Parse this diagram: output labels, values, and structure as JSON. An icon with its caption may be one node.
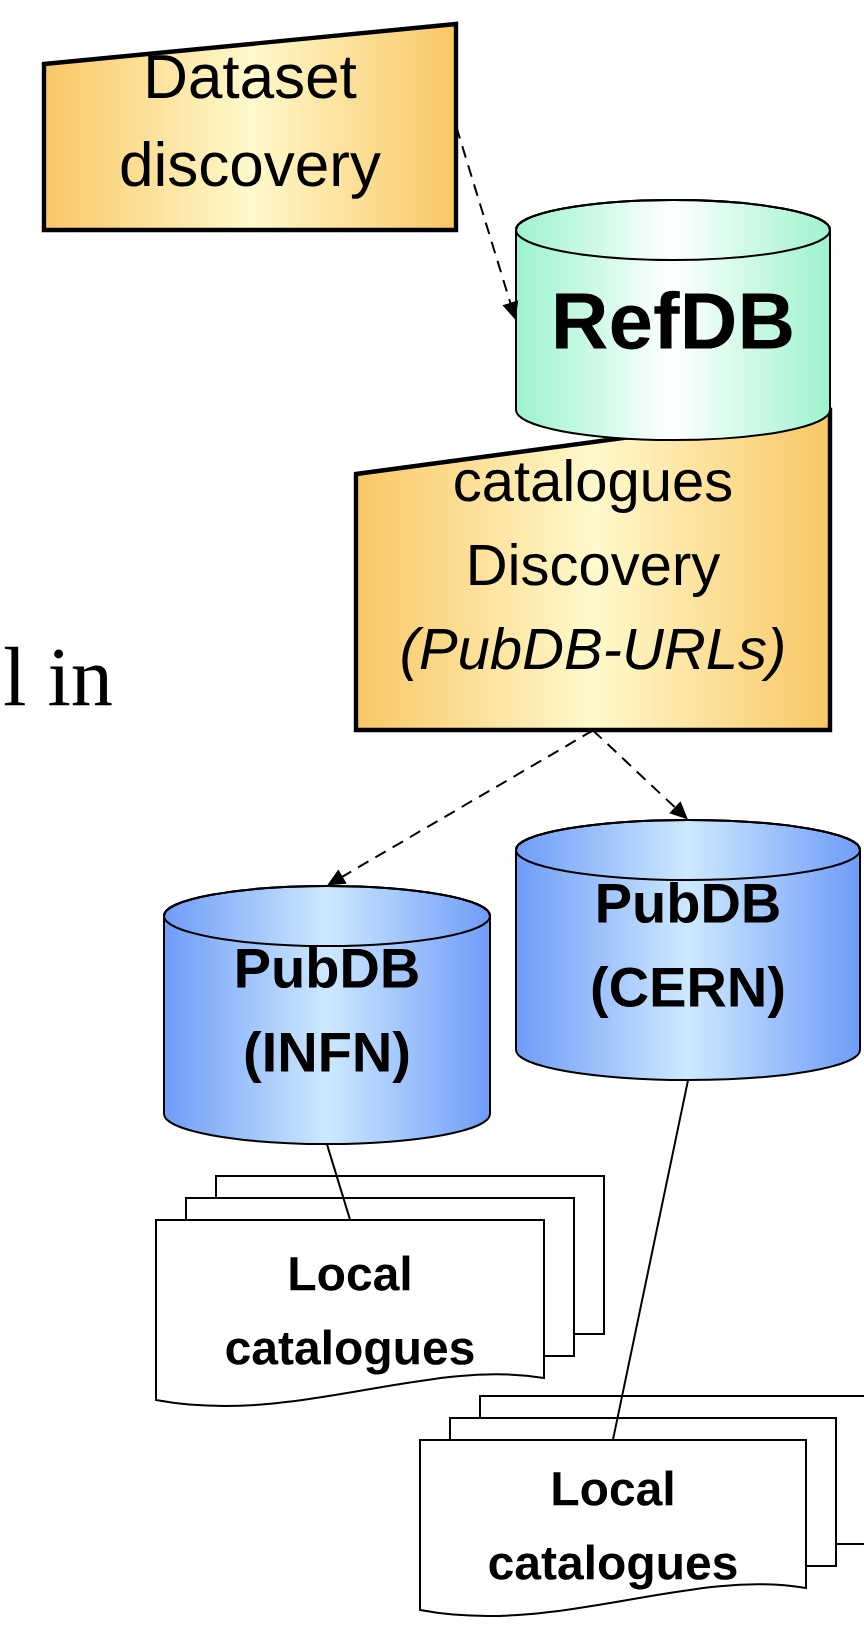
{
  "diagram": {
    "nodes": [
      {
        "text": [
          "Dataset discovery"
        ]
      },
      {
        "text": [
          "RefDB"
        ]
      },
      {
        "text": [
          "catalogues Discovery *(PubDB-URLs)*"
        ]
      },
      {
        "text": [
          "PubDB (INFN)"
        ]
      },
      {
        "text": [
          "PubDB (CERN)"
        ]
      },
      {
        "text": [
          "Local catalogues"
        ]
      },
      {
        "text": [
          "Local catalogues"
        ]
      }
    ],
    "edges": [
      {
        "from": 0,
        "to": 1,
        "arrow": "to",
        "style": "dashed"
      },
      {
        "from": 2,
        "to": 3,
        "arrow": "to",
        "style": "dashed"
      },
      {
        "from": 2,
        "to": 4,
        "arrow": "to",
        "style": "dashed"
      },
      {
        "from": 3,
        "to": 5,
        "arrow": "none"
      },
      {
        "from": 4,
        "to": 6,
        "arrow": "none"
      }
    ],
    "labels": [
      "l in"
    ]
  }
}
